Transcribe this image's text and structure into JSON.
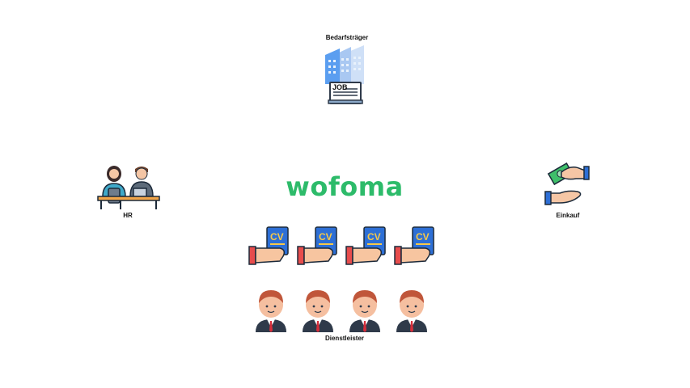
{
  "nodes": {
    "top": {
      "label": "Bedarfsträger",
      "icon": "job-building-icon",
      "icon_text": "JOB"
    },
    "left": {
      "label": "HR",
      "icon": "hr-people-at-desk-icon"
    },
    "right": {
      "label": "Einkauf",
      "icon": "money-handshake-icon"
    },
    "bottom": {
      "label": "Dienstleister",
      "icon": "businessman-icon"
    }
  },
  "brand": {
    "text": "wofoma",
    "color": "#2dbb6a"
  },
  "cv_cards": {
    "count": 4,
    "icon": "hand-holding-cv-icon",
    "icon_text": "CV"
  },
  "people": {
    "count": 4,
    "icon": "businessman-icon"
  }
}
